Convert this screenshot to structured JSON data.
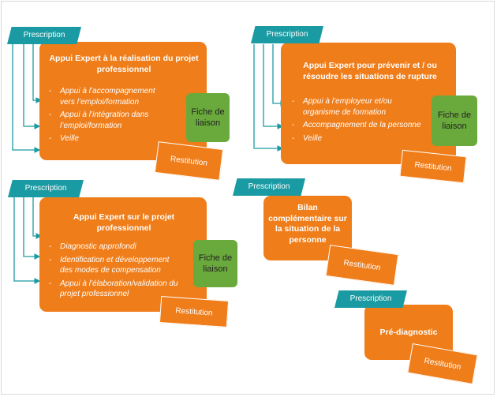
{
  "colors": {
    "orange": "#ef7d1a",
    "teal": "#1a9aa2",
    "green": "#6aaa3c",
    "connector": "#1a9aa2"
  },
  "blocks": [
    {
      "prescription": "Prescription",
      "title": "Appui Expert à la réalisation du projet professionnel",
      "items": [
        "Appui à l’accompagnement vers l’emploi/formation",
        "Appui à l’intégration dans l’emploi/formation",
        "Veille"
      ],
      "fiche": "Fiche de liaison",
      "restitution": "Restitution"
    },
    {
      "prescription": "Prescription",
      "title": "Appui Expert pour prévenir et / ou résoudre les situations de rupture",
      "items": [
        "Appui à l’employeur et/ou organisme de formation",
        "Accompagnement de la personne",
        "Veille"
      ],
      "fiche": "Fiche de liaison",
      "restitution": "Restitution"
    },
    {
      "prescription": "Prescription",
      "title": "Appui Expert sur le projet professionnel",
      "items": [
        "Diagnostic approfondi",
        "Identification et développement des modes de compensation",
        "Appui à l’élaboration/validation du projet professionnel"
      ],
      "fiche": "Fiche de liaison",
      "restitution": "Restitution"
    },
    {
      "prescription": "Prescription",
      "title": "Bilan complémentaire sur la situation de la personne",
      "restitution": "Restitution"
    },
    {
      "prescription": "Prescription",
      "title": "Pré-diagnostic",
      "restitution": "Restitution"
    }
  ]
}
